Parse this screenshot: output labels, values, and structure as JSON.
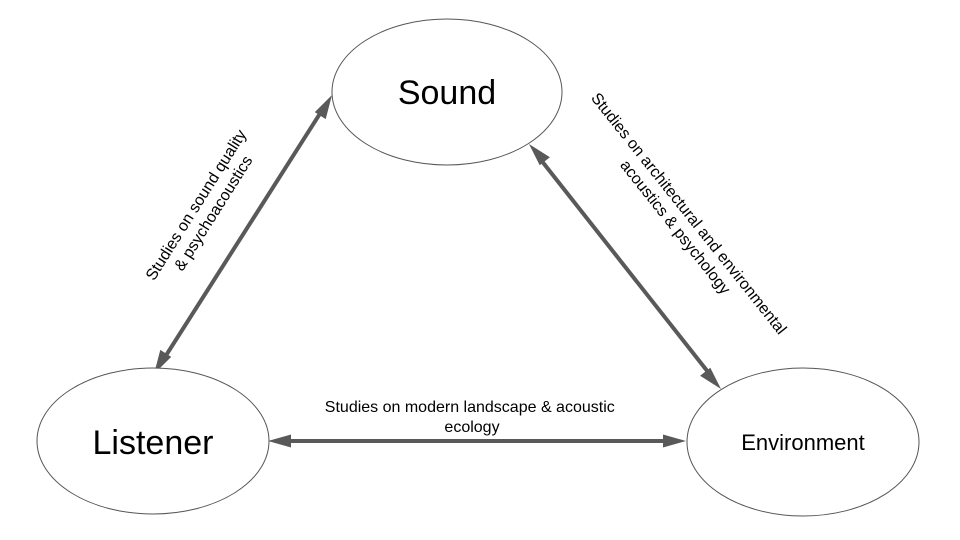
{
  "nodes": {
    "sound": "Sound",
    "listener": "Listener",
    "environment": "Environment"
  },
  "edges": {
    "sound_listener": {
      "from": "Sound",
      "to": "Listener",
      "bidirectional": true,
      "label_lines": [
        "Studies on sound quality",
        "& psychoacoustics"
      ]
    },
    "sound_environment": {
      "from": "Sound",
      "to": "Environment",
      "bidirectional": true,
      "label_lines": [
        "Studies on architectural and environmental",
        "acoustics & psychology"
      ]
    },
    "listener_environment": {
      "from": "Listener",
      "to": "Environment",
      "bidirectional": true,
      "label_lines": [
        "Studies on modern landscape & acoustic",
        "ecology"
      ]
    }
  },
  "colors": {
    "line": "#595959",
    "node_stroke": "#555555",
    "text": "#000000"
  }
}
